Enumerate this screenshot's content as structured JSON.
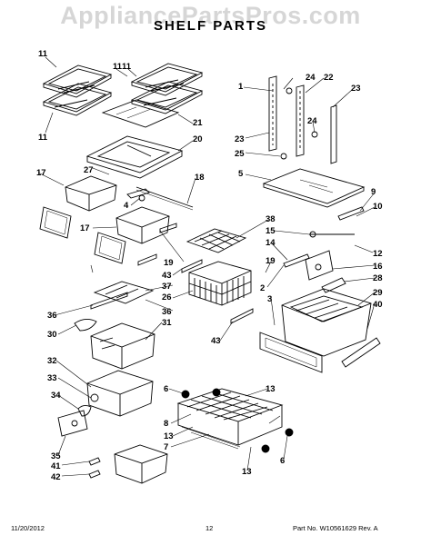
{
  "header": {
    "watermark": "AppliancePartsPros.com",
    "title": "SHELF PARTS"
  },
  "callouts": [
    "11",
    "11",
    "11",
    "11",
    "24",
    "22",
    "23",
    "21",
    "1",
    "20",
    "23",
    "25",
    "24",
    "5",
    "27",
    "17",
    "18",
    "9",
    "4",
    "10",
    "38",
    "15",
    "17",
    "14",
    "12",
    "19",
    "19",
    "43",
    "16",
    "37",
    "28",
    "2",
    "26",
    "3",
    "36",
    "29",
    "36",
    "40",
    "31",
    "30",
    "43",
    "32",
    "33",
    "6",
    "13",
    "34",
    "8",
    "13",
    "7",
    "35",
    "6",
    "41",
    "42",
    "13"
  ],
  "footer": {
    "date": "11/20/2012",
    "page": "12",
    "part_no": "Part No.  W10561629  Rev. A"
  }
}
